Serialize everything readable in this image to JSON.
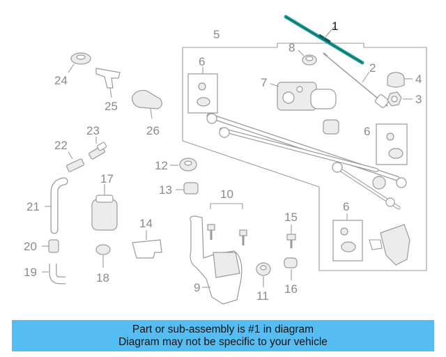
{
  "diagram": {
    "labels": {
      "p1": "1",
      "p2": "2",
      "p3": "3",
      "p4": "4",
      "p5": "5",
      "p6a": "6",
      "p6b": "6",
      "p6c": "6",
      "p7": "7",
      "p8": "8",
      "p9": "9",
      "p10": "10",
      "p11": "11",
      "p12": "12",
      "p13": "13",
      "p14": "14",
      "p15": "15",
      "p16": "16",
      "p17": "17",
      "p18": "18",
      "p19": "19",
      "p20": "20",
      "p21": "21",
      "p22": "22",
      "p23": "23",
      "p24": "24",
      "p25": "25",
      "p26": "26"
    },
    "highlight_color": "#1a9e9a"
  },
  "banner": {
    "line1": "Part or sub-assembly is #1 in diagram",
    "line2": "Diagram may not be specific to your vehicle",
    "color": "#56bdf3"
  }
}
